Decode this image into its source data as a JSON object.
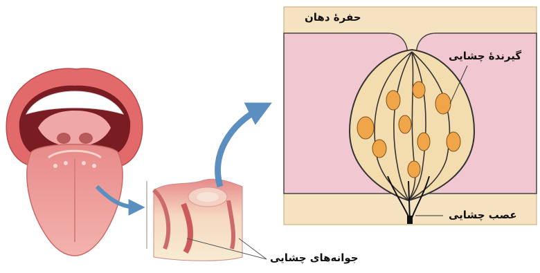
{
  "labels": {
    "oral_cavity": "حفرهٔ دهان",
    "taste_receptor": "گیرندهٔ چشایی",
    "taste_nerve": "عصب چشایی",
    "taste_buds": "جوانه‌های چشایی"
  },
  "colors": {
    "panel_bg": "#f4e2c0",
    "tissue_pink": "#f1c7d2",
    "cell_orange": "#f0a548",
    "arrow_blue": "#5b8fc0",
    "lip_red": "#e26a6a"
  },
  "icons": [
    "tongue-illustration",
    "tissue-block-illustration",
    "taste-bud-diagram",
    "arrow-icon"
  ]
}
